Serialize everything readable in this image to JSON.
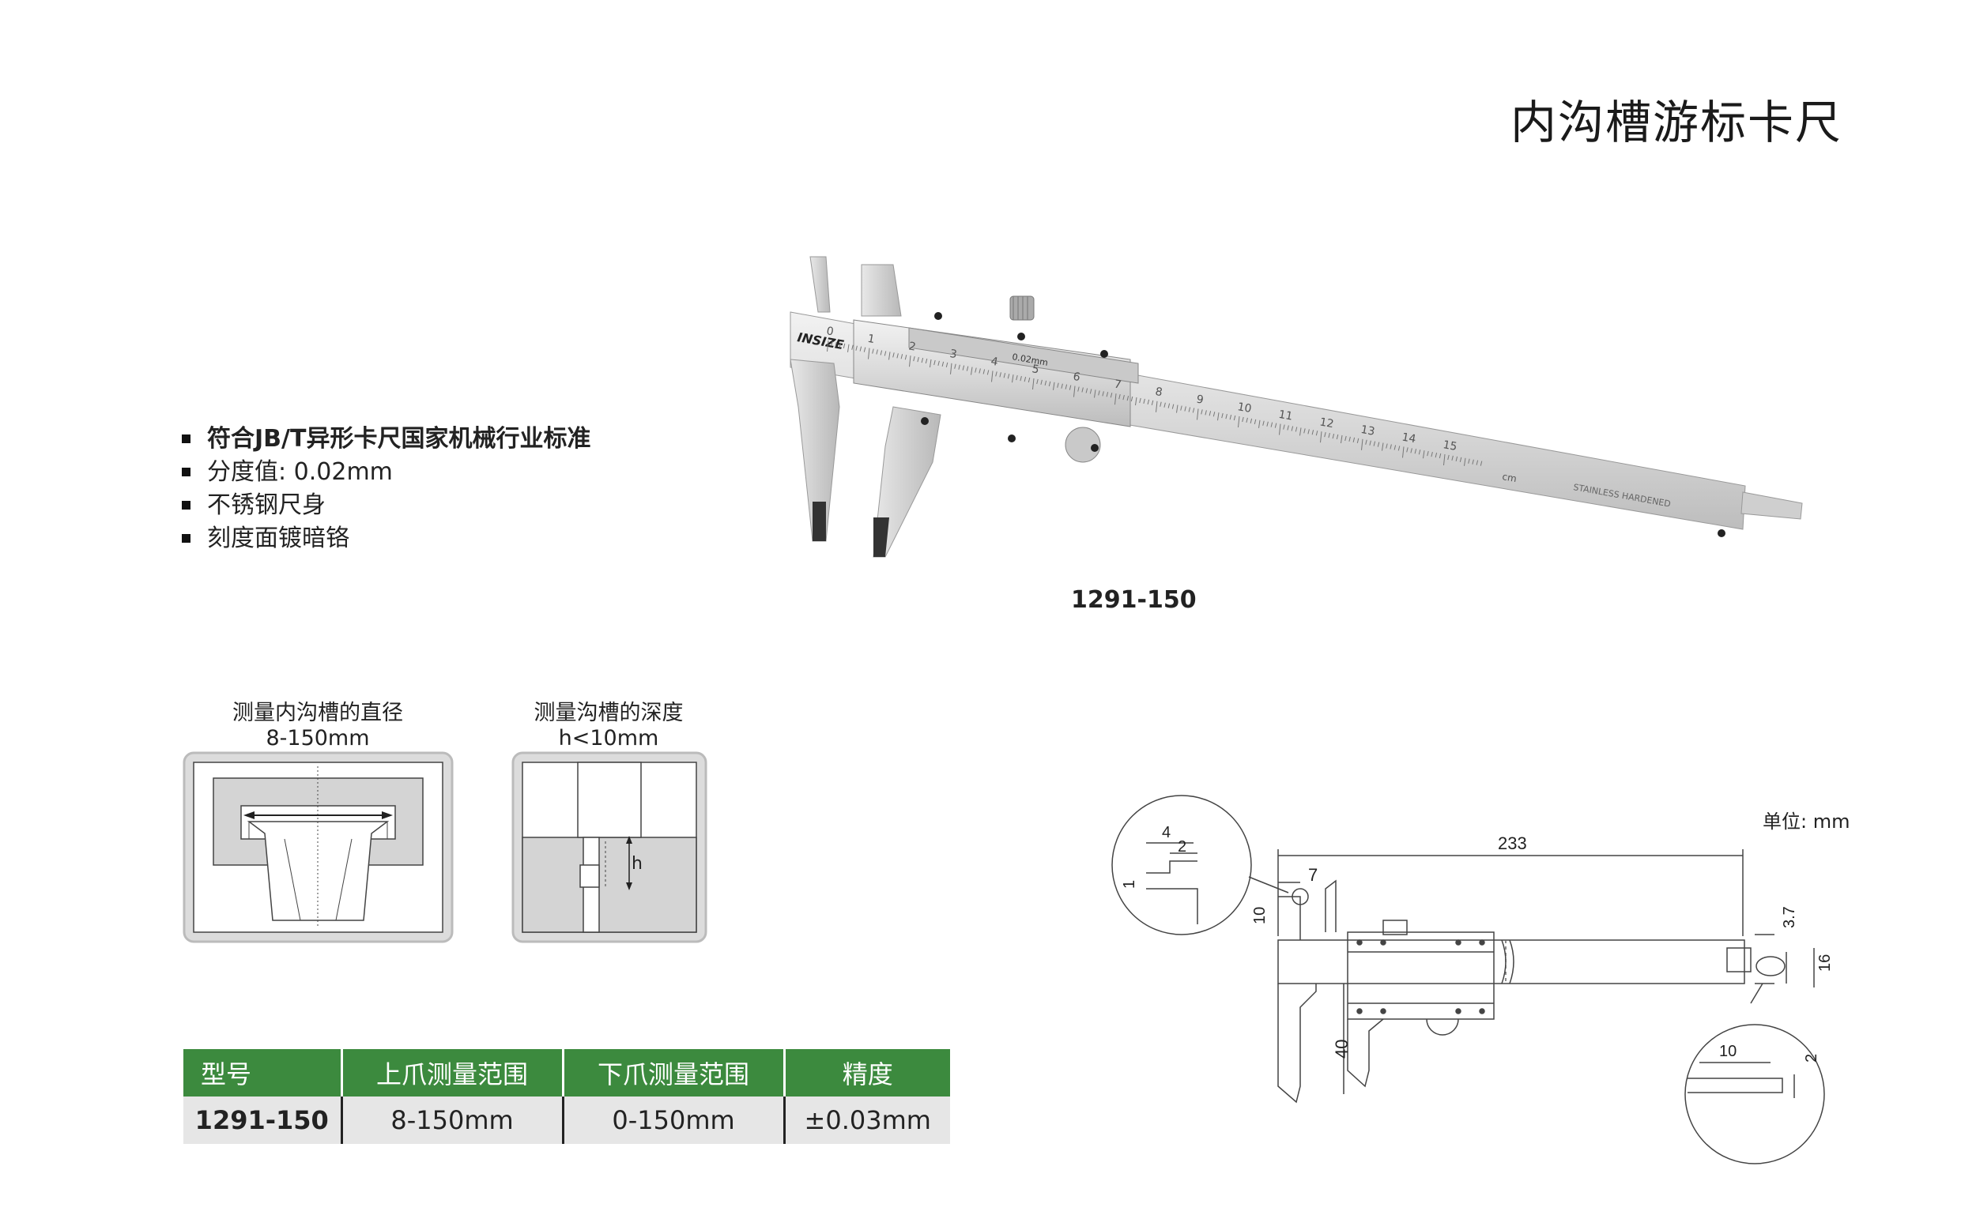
{
  "title": "内沟槽游标卡尺",
  "features": [
    "符合JB/T异形卡尺国家机械行业标准",
    "分度值: 0.02mm",
    "不锈钢尺身",
    "刻度面镀暗铬"
  ],
  "photo": {
    "model": "1291-150",
    "brand": "INSIZE",
    "vernier_label": "0.02mm",
    "scale_numbers": [
      "0",
      "1",
      "2",
      "3",
      "4",
      "5",
      "6",
      "7",
      "8",
      "9",
      "10",
      "11",
      "12",
      "13",
      "14",
      "15"
    ],
    "scale_unit": "cm",
    "engraving": "STAINLESS HARDENED"
  },
  "diagrams": {
    "diameter": {
      "caption_line1": "测量内沟槽的直径",
      "caption_line2": "8-150mm"
    },
    "depth": {
      "caption_line1": "测量沟槽的深度",
      "caption_line2": "h<10mm",
      "h_label": "h"
    }
  },
  "drawing": {
    "unit": "单位: mm",
    "dim_total": "233",
    "dim_7": "7",
    "dim_10": "10",
    "dim_40": "40",
    "dim_3_7": "3.7",
    "dim_16": "16",
    "detail_top": {
      "dim_4": "4",
      "dim_2": "2",
      "dim_1": "1"
    },
    "detail_bottom": {
      "dim_10": "10",
      "dim_2": "2"
    }
  },
  "spec_table": {
    "headers": [
      "型号",
      "上爪测量范围",
      "下爪测量范围",
      "精度"
    ],
    "rows": [
      [
        "1291-150",
        "8-150mm",
        "0-150mm",
        "±0.03mm"
      ]
    ]
  },
  "colors": {
    "table_header": "#3c8a3e",
    "table_row": "#e6e6e6",
    "diagram_fill": "#d4d4d4"
  }
}
